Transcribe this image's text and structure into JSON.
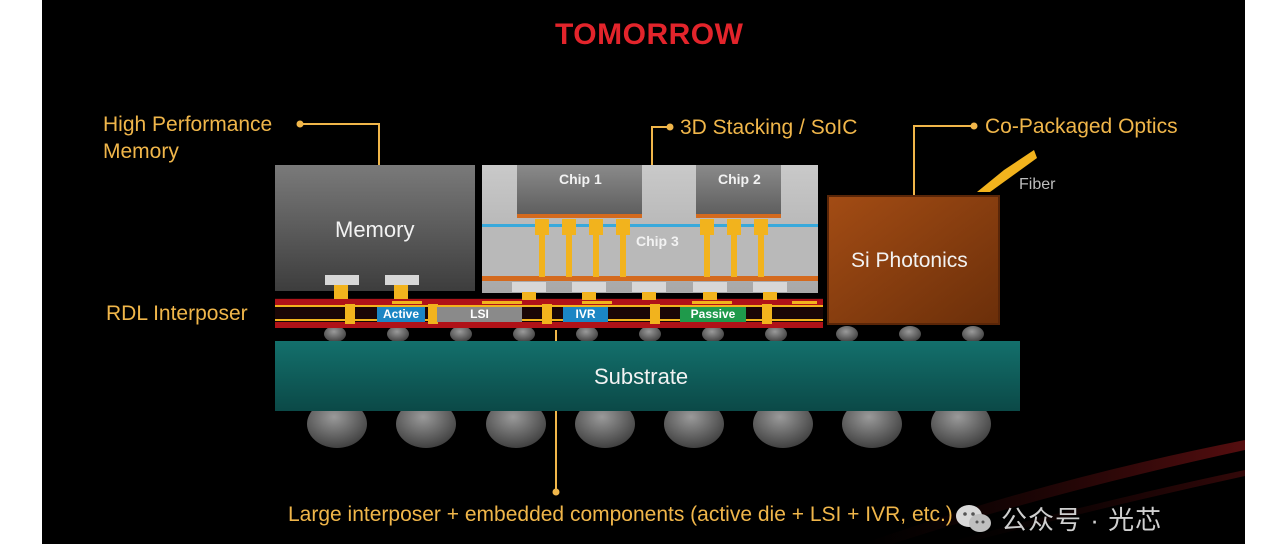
{
  "title": "TOMORROW",
  "callouts": {
    "hbm": [
      "High Performance",
      "Memory"
    ],
    "stacking": "3D Stacking / SoIC",
    "cpo": "Co-Packaged Optics",
    "rdl": "RDL Interposer",
    "interposer_note": "Large interposer + embedded components (active die + LSI + IVR, etc.)"
  },
  "blocks": {
    "memory": "Memory",
    "chip1": "Chip 1",
    "chip2": "Chip 2",
    "chip3": "Chip 3",
    "photonics": "Si Photonics",
    "fiber": "Fiber",
    "substrate": "Substrate"
  },
  "embedded": {
    "active": "Active",
    "lsi": "LSI",
    "ivr": "IVR",
    "passive": "Passive"
  },
  "colors": {
    "title": "#e3242b",
    "callout": "#f0b64a",
    "substrate": "#0f5e5b",
    "photonics": "#8a3f10",
    "active_tag": "#1b86c4",
    "ivr_tag": "#1b86c4",
    "passive_tag": "#1f9a4b",
    "lsi_tag": "#8a8a8a",
    "interposer_red": "#b01218",
    "bump_gold": "#f2b31d"
  },
  "watermark": {
    "icon": "wechat-icon",
    "text": "公众号 · 光芯"
  }
}
